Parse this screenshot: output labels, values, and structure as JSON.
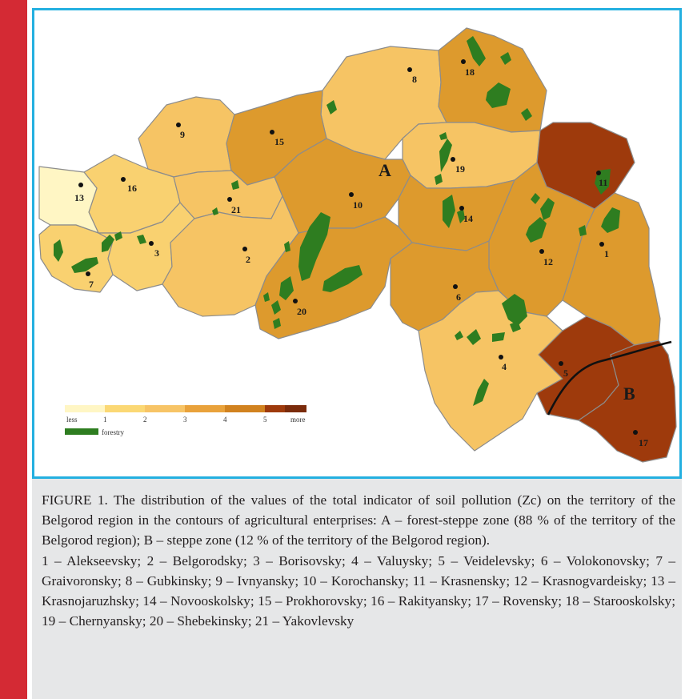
{
  "legend": {
    "labels": [
      "less",
      "1",
      "2",
      "3",
      "4",
      "5",
      "more"
    ],
    "colors": [
      "#fff6c4",
      "#fbd874",
      "#f7c466",
      "#e9a23b",
      "#d1821f",
      "#9e3a0c",
      "#7a2b0b"
    ],
    "forestry_label": "forestry",
    "forestry_color": "#2e7d20"
  },
  "zones": {
    "a": "A",
    "b": "B"
  },
  "districts": [
    {
      "id": "1",
      "color": "#dd9a2d"
    },
    {
      "id": "2",
      "color": "#f6c464"
    },
    {
      "id": "3",
      "color": "#f9d170"
    },
    {
      "id": "4",
      "color": "#f6c464"
    },
    {
      "id": "5",
      "color": "#9e3a0c"
    },
    {
      "id": "6",
      "color": "#dd9a2d"
    },
    {
      "id": "7",
      "color": "#f9d170"
    },
    {
      "id": "8",
      "color": "#f6c464"
    },
    {
      "id": "9",
      "color": "#f6c464"
    },
    {
      "id": "10",
      "color": "#dd9a2d"
    },
    {
      "id": "11",
      "color": "#9e3a0c"
    },
    {
      "id": "12",
      "color": "#dd9a2d"
    },
    {
      "id": "13",
      "color": "#fff6c4"
    },
    {
      "id": "14",
      "color": "#dd9a2d"
    },
    {
      "id": "15",
      "color": "#dd9a2d"
    },
    {
      "id": "16",
      "color": "#f9d170"
    },
    {
      "id": "17",
      "color": "#9e3a0c"
    },
    {
      "id": "18",
      "color": "#dd9a2d"
    },
    {
      "id": "19",
      "color": "#f6c464"
    },
    {
      "id": "20",
      "color": "#dd9a2d"
    },
    {
      "id": "21",
      "color": "#f6c464"
    }
  ],
  "caption": {
    "main": "FIGURE 1. The distribution of the values of the total indicator of soil pollution (Zc) on the territory of the Belgorod region in the contours of agricultural enterprises: A – forest-steppe zone (88 % of the territory of the Belgorod region); B – steppe zone (12 % of the territory of the Belgorod region).",
    "list": "1 – Alekseevsky; 2 – Belgorodsky; 3 – Borisovsky; 4 – Valuysky; 5 – Veidelevsky; 6 – Volokonovsky; 7 – Graivoronsky; 8 – Gubkinsky; 9 – Ivnyansky; 10 – Korochansky; 11 – Krasnensky; 12 – Krasnogvardeisky; 13 – Krasnojaruzhsky; 14 – Novooskolsky; 15 – Prokhorovsky; 16 – Rakityansky; 17 – Rovensky; 18 – Starooskolsky; 19 – Chernyansky; 20 – Shebekinsky; 21 – Yakovlevsky"
  }
}
